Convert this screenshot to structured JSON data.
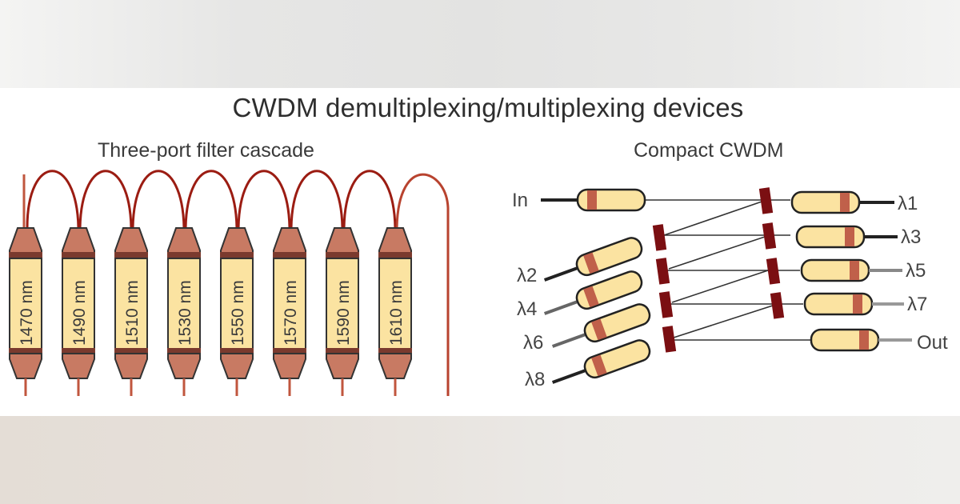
{
  "title": "CWDM demultiplexing/multiplexing devices",
  "left_panel": {
    "subtitle": "Three-port filter cascade",
    "filters": [
      "1470 nm",
      "1490 nm",
      "1510 nm",
      "1530 nm",
      "1550 nm",
      "1570 nm",
      "1590 nm",
      "1610 nm"
    ]
  },
  "right_panel": {
    "subtitle": "Compact CWDM",
    "input_label": "In",
    "output_label": "Out",
    "right_outputs": [
      "λ1",
      "λ3",
      "λ5",
      "λ7"
    ],
    "left_inputs": [
      "λ2",
      "λ4",
      "λ6",
      "λ8"
    ]
  },
  "colors": {
    "fiber": "#9b1c12",
    "ferrule_body": "#fbe3a1",
    "ferrule_end": "#c87a63",
    "band": "#7a3a2e",
    "filter_chip": "#7b0f12",
    "outline": "#3a3a3a"
  }
}
